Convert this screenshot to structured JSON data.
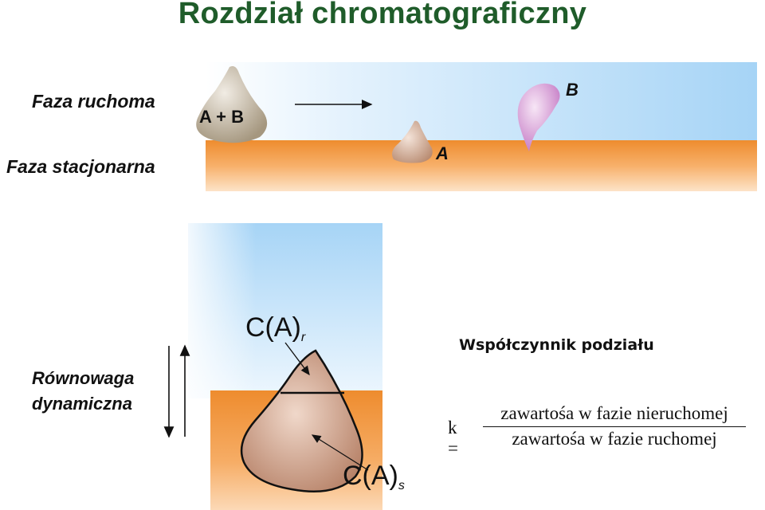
{
  "title": "Rozdział chromatograficzny",
  "top_panel": {
    "mobile_phase_label": "Faza ruchoma",
    "stationary_phase_label": "Faza stacjonarna",
    "mixture_label": "A + B",
    "component_a_label": "A",
    "component_b_label": "B"
  },
  "bottom_panel": {
    "equilibrium_label_line1": "Równowaga",
    "equilibrium_label_line2": "dynamiczna",
    "concentration_mobile": "C(A)",
    "concentration_mobile_sub": "r",
    "concentration_stationary": "C(A)",
    "concentration_stationary_sub": "s"
  },
  "coefficient": {
    "title": "Współczynnik podziału",
    "symbol": "k =",
    "numerator": "zawartośa w fazie nieruchomej",
    "denominator": "zawartośa w fazie ruchomej"
  },
  "colors": {
    "title": "#1f5c2a",
    "mobile_phase": "#a9d6f7",
    "stationary_phase": "#f0943a",
    "mixture_blob": "#b8ab96",
    "component_a": "#c9a089",
    "component_b": "#d79ad6"
  }
}
